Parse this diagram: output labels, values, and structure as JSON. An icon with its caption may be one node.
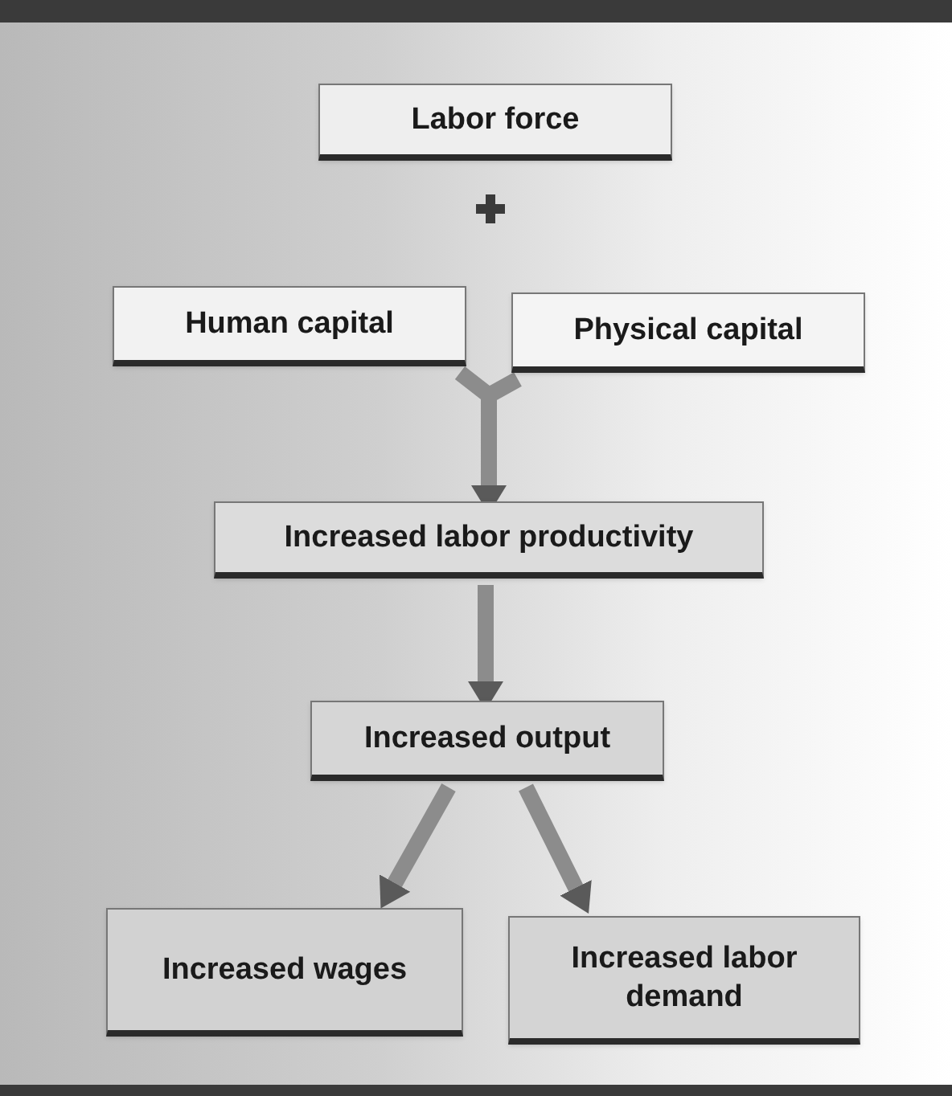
{
  "diagram": {
    "nodes": [
      {
        "text": [
          "Labor force"
        ]
      },
      {
        "text": [
          "Human capital"
        ]
      },
      {
        "text": [
          "Physical capital"
        ]
      },
      {
        "text": [
          "Increased labor productivity"
        ]
      },
      {
        "text": [
          "Increased output"
        ]
      },
      {
        "text": [
          "Increased wages"
        ]
      },
      {
        "text": [
          "Increased labor demand"
        ]
      }
    ],
    "edges": [
      {
        "from": 1,
        "to": 3,
        "arrow": "to"
      },
      {
        "from": 2,
        "to": 3,
        "arrow": "to"
      },
      {
        "from": 3,
        "to": 4,
        "arrow": "to"
      },
      {
        "from": 4,
        "to": 5,
        "arrow": "to"
      },
      {
        "from": 4,
        "to": 6,
        "arrow": "to"
      }
    ]
  }
}
